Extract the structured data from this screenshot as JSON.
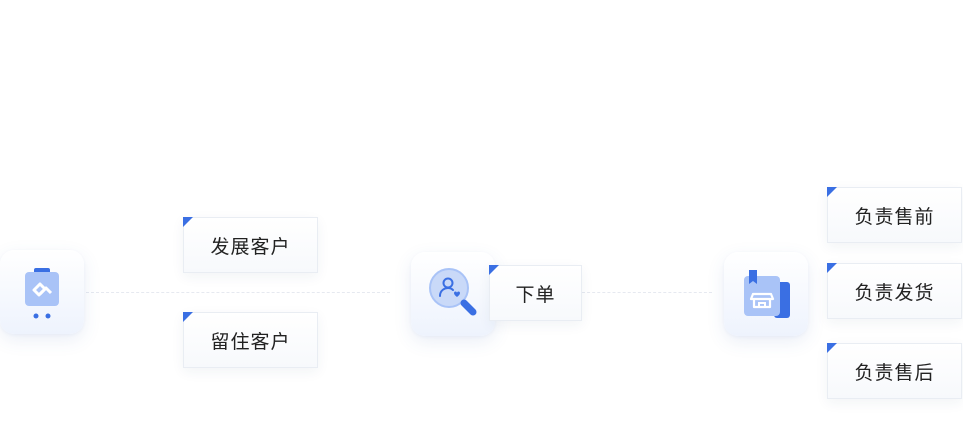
{
  "flow": {
    "stage1": {
      "icon": "handshake-id-card-icon",
      "labels": [
        "发展客户",
        "留住客户"
      ]
    },
    "stage2": {
      "icon": "user-search-icon",
      "labels": [
        "下单"
      ]
    },
    "stage3": {
      "icon": "store-bookmark-icon",
      "labels": [
        "负责售前",
        "负责发货",
        "负责售后"
      ]
    }
  },
  "colors": {
    "accent": "#3a6fe3",
    "accent_light": "#a9c3f7",
    "tile_bg": "#eef3fd"
  }
}
